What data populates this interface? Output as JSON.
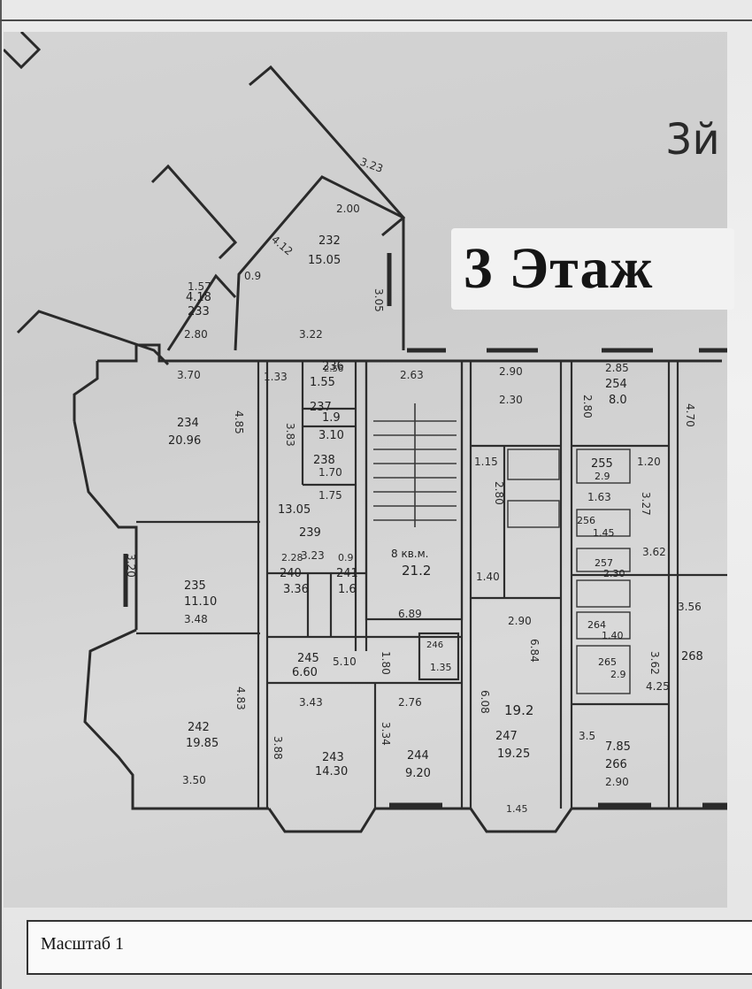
{
  "title": "3 Этаж",
  "corner_fragment": "3й",
  "footer": {
    "scale_label": "Масштаб 1"
  },
  "rooms": [
    {
      "number": "232",
      "area": "15.05"
    },
    {
      "number": "233",
      "area": "4.18"
    },
    {
      "number": "234",
      "area": "20.96"
    },
    {
      "number": "235",
      "area": "11.10"
    },
    {
      "number": "236",
      "area": "1.55"
    },
    {
      "number": "237",
      "area": "1.9"
    },
    {
      "number": "238",
      "area": "3.10"
    },
    {
      "number": "239",
      "area": "13.05"
    },
    {
      "number": "240",
      "area": "3.36"
    },
    {
      "number": "241",
      "area": "1.6"
    },
    {
      "number": "242",
      "area": "19.85"
    },
    {
      "number": "243",
      "area": "14.30"
    },
    {
      "number": "244",
      "area": "9.20"
    },
    {
      "number": "245",
      "area": "6.60"
    },
    {
      "number": "246",
      "area": "1.35"
    },
    {
      "number": "247",
      "area": "19.25"
    },
    {
      "number": "254",
      "area": "8.0"
    },
    {
      "number": "255",
      "area": "2.9"
    },
    {
      "number": "256",
      "area": "1.45"
    },
    {
      "number": "257",
      "area": "2.30"
    },
    {
      "number": "264",
      "area": "1.40"
    },
    {
      "number": "265",
      "area": "2.9"
    },
    {
      "number": "266",
      "area": "7.85"
    },
    {
      "number": "268",
      "area": ""
    }
  ],
  "stair": {
    "label": "8 кв.м.",
    "area": "21.2"
  },
  "corridor": {
    "area": "19.2"
  },
  "dimensions": [
    "3.23",
    "2.00",
    "4.12",
    "3.22",
    "3.05",
    "1.57",
    "2.80",
    "3.70",
    "4.85",
    "1.33",
    "2.56",
    "3.83",
    "1.70",
    "1.75",
    "3.23",
    "2.63",
    "6.89",
    "2.90",
    "2.30",
    "1.15",
    "2.80",
    "1.40",
    "2.90",
    "6.84",
    "6.08",
    "2.85",
    "2.80",
    "1.20",
    "1.63",
    "3.27",
    "3.62",
    "3.56",
    "4.70",
    "3.20",
    "3.48",
    "4.83",
    "3.50",
    "3.43",
    "3.88",
    "2.76",
    "3.34",
    "5.10",
    "1.80",
    "2.28",
    "0.9",
    "2.90",
    "1.45",
    "4.25",
    "3.5",
    "3.62",
    "0.9"
  ]
}
